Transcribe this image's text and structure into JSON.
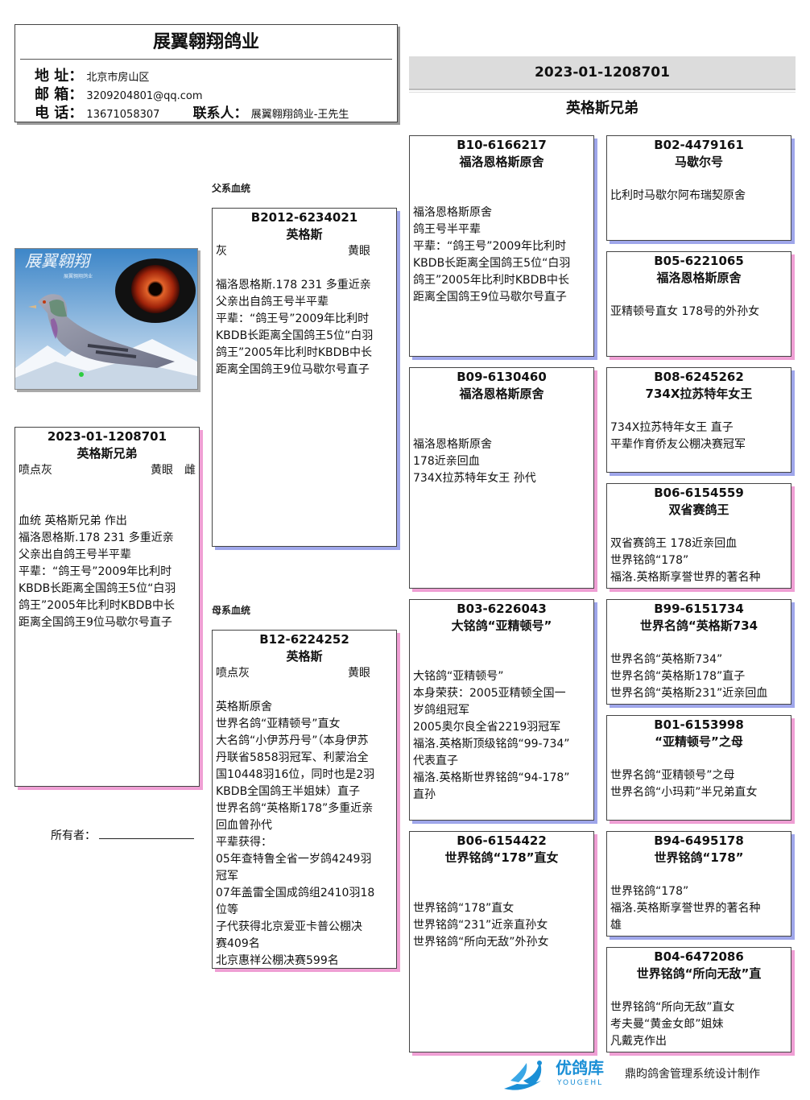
{
  "header": {
    "title": "展翼翱翔鸽业",
    "address_label": "地 址：",
    "address": "北京市房山区",
    "email_label": "邮 箱：",
    "email": "3209204801@qq.com",
    "phone_label": "电 话：",
    "phone": "13671058307",
    "contact_label": "联系人：",
    "contact": "展翼翱翔鸽业-王先生"
  },
  "top_ring": "2023-01-1208701",
  "top_name": "英格斯兄弟",
  "father_label": "父系血统",
  "mother_label": "母系血统",
  "owner_label": "所有者：",
  "subject": {
    "ring": "2023-01-1208701",
    "name": "英格斯兄弟",
    "color": "喷点灰",
    "eye": "黄眼",
    "sex": "雌",
    "desc": "血统 英格斯兄弟 作出\n福洛恩格斯.178 231 多重近亲\n父亲出自鸽王号半平辈\n平辈：“鸽王号”2009年比利时\nKBDB长距离全国鸽王5位“白羽\n鸽王”2005年比利时KBDB中长\n距离全国鸽王9位马歇尔号直子"
  },
  "sire": {
    "ring": "B2012-6234021",
    "name": "英格斯",
    "color": "灰",
    "eye": "黄眼",
    "desc": "福洛恩格斯.178 231 多重近亲\n父亲出自鸽王号半平辈\n平辈：“鸽王号”2009年比利时\nKBDB长距离全国鸽王5位“白羽\n鸽王”2005年比利时KBDB中长\n距离全国鸽王9位马歇尔号直子"
  },
  "dam": {
    "ring": "B12-6224252",
    "name": "英格斯",
    "color": "喷点灰",
    "eye": "黄眼",
    "desc": "英格斯原舍\n世界名鸽“亚精顿号”直女\n大名鸽“小伊苏丹号”（本身伊苏\n丹联省5858羽冠军、利蒙治全\n国10448羽16位，同时也是2羽\nKBDB全国鸽王半姐妹）直子\n世界名鸽“英格斯178”多重近亲\n回血曾孙代\n平辈获得：\n05年查特鲁全省一岁鸽4249羽\n冠军\n07年盖雷全国成鸽组2410羽18\n位等\n子代获得北京爱亚卡普公棚决\n赛409名\n北京惠祥公棚决赛599名"
  },
  "gen2": [
    {
      "ring": "B10-6166217",
      "name": "福洛恩格斯原舍",
      "desc": "福洛恩格斯原舍\n鸽王号半平辈\n平辈：“鸽王号”2009年比利时\nKBDB长距离全国鸽王5位“白羽\n鸽王”2005年比利时KBDB中长\n距离全国鸽王9位马歇尔号直子"
    },
    {
      "ring": "B09-6130460",
      "name": "福洛恩格斯原舍",
      "desc": "福洛恩格斯原舍\n178近亲回血\n734X拉苏特年女王 孙代"
    },
    {
      "ring": "B03-6226043",
      "name": "大铭鸽“亚精顿号”",
      "desc": "大铭鸽“亚精顿号”\n本身荣获：2005亚精顿全国一\n岁鸽组冠军\n2005奥尔良全省2219羽冠军\n福洛.英格斯顶级铭鸽“99-734”\n代表直子\n福洛.英格斯世界铭鸽“94-178”\n直孙"
    },
    {
      "ring": "B06-6154422",
      "name": "世界铭鸽“178”直女",
      "desc": "世界铭鸽“178”直女\n世界铭鸽“231”近亲直孙女\n世界铭鸽“所向无敌”外孙女"
    }
  ],
  "gen3": [
    {
      "ring": "B02-4479161",
      "name": "马歇尔号",
      "desc": "比利时马歇尔阿布瑞契原舍"
    },
    {
      "ring": "B05-6221065",
      "name": "福洛恩格斯原舍",
      "desc": "亚精顿号直女 178号的外孙女"
    },
    {
      "ring": "B08-6245262",
      "name": "734X拉苏特年女王",
      "desc": "734X拉苏特年女王 直子\n平辈作育侨友公棚决赛冠军"
    },
    {
      "ring": "B06-6154559",
      "name": "双省赛鸽王",
      "desc": "双省赛鸽王 178近亲回血\n世界铭鸽“178”\n福洛.英格斯享誉世界的著名种"
    },
    {
      "ring": "B99-6151734",
      "name": "世界名鸽“英格斯734",
      "desc": "世界名鸽“英格斯734”\n世界名鸽“英格斯178”直子\n世界名鸽“英格斯231”近亲回血"
    },
    {
      "ring": "B01-6153998",
      "name": "“亚精顿号”之母",
      "desc": "世界名鸽“亚精顿号”之母\n世界名鸽“小玛莉”半兄弟直女"
    },
    {
      "ring": "B94-6495178",
      "name": "世界铭鸽“178”",
      "desc": "世界铭鸽“178”\n福洛.英格斯享誉世界的著名种\n雄"
    },
    {
      "ring": "B04-6472086",
      "name": "世界铭鸽“所向无敌”直",
      "desc": "世界铭鸽“所向无敌”直女\n考夫曼“黄金女郎”姐妹\n凡戴克作出"
    }
  ],
  "photo": {
    "title_text": "展翼翱翔",
    "sub_text": "展翼翱翔鸽业"
  },
  "footer": {
    "brand": "优鸽库",
    "brand_en": "YOUGEHL",
    "credit": "鼎昀鸽舍管理系统设计制作"
  },
  "colors": {
    "shadow_pink": "#ef9fd4",
    "shadow_blue": "#9fa6ea",
    "band_grey": "#dcdcdc",
    "logo_blue": "#1a8fd6"
  }
}
